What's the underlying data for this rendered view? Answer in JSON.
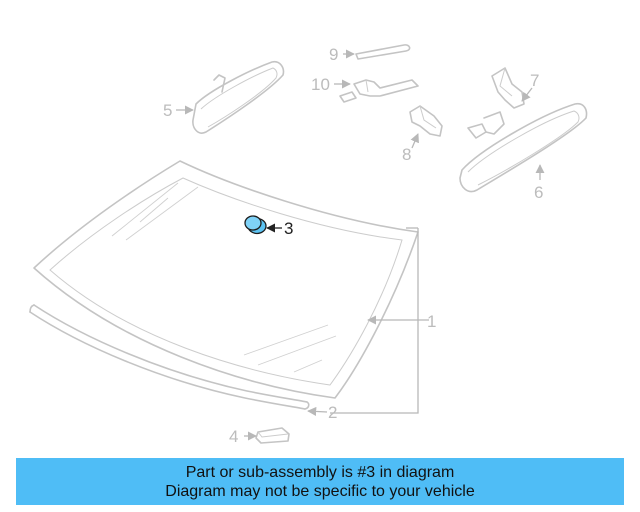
{
  "banner": {
    "line1": "Part or sub-assembly is #3 in diagram",
    "line2": "Diagram may not be specific to your vehicle",
    "color": "#4fbdf6"
  },
  "highlight_color": "#5cc3f2",
  "callouts": {
    "c1": "1",
    "c2": "2",
    "c3": "3",
    "c4": "4",
    "c5": "5",
    "c6": "6",
    "c7": "7",
    "c8": "8",
    "c9": "9",
    "c10": "10"
  },
  "highlighted_part": "3"
}
